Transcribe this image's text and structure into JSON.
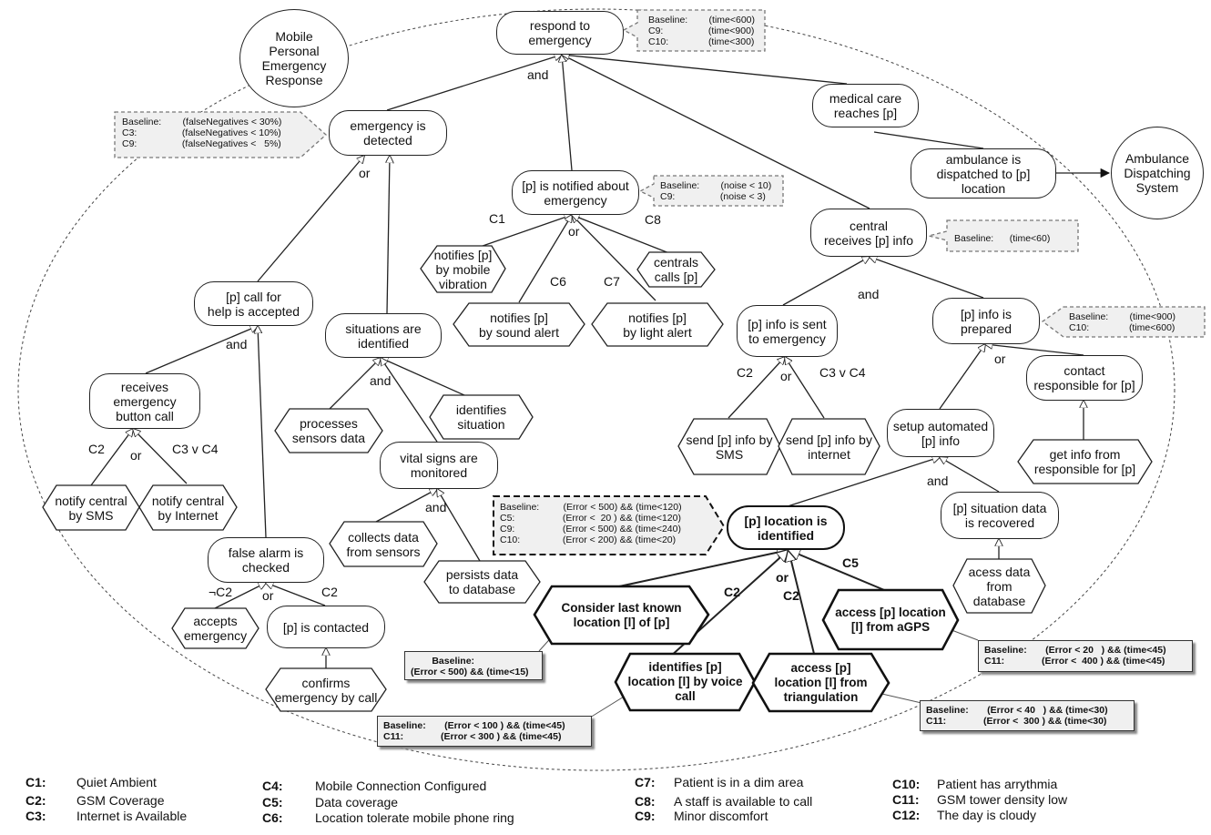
{
  "nodes": {
    "actor_mper": "Mobile\nPersonal\nEmergency\nResponse",
    "actor_ads": "Ambulance\nDispatching\nSystem",
    "respond": "respond to\nemergency",
    "medical": "medical care\nreaches [p]",
    "ambulance": "ambulance is\ndispatched to [p]\nlocation",
    "detected": "emergency is\ndetected",
    "notified": "[p] is notified about\nemergency",
    "central": "central\nreceives [p] info",
    "call_help": "[p] call for\nhelp is accepted",
    "situations": "situations are\nidentified",
    "info_sent": "[p] info is sent\nto emergency",
    "info_prepared": "[p] info is\nprepared",
    "receives_button": "receives\nemergency\nbutton call",
    "vital": "vital signs are\nmonitored",
    "setup_auto": "setup automated\n[p] info",
    "contact_resp": "contact\nresponsible for [p]",
    "false_alarm": "false alarm is\nchecked",
    "p_contacted": "[p] is contacted",
    "location": "[p] location is\nidentified",
    "situation_data": "[p] situation data\nis recovered",
    "t_vibration": "notifies [p]\nby mobile\nvibration",
    "t_centrals": "centrals\ncalls [p]",
    "t_sound": "notifies [p]\nby sound alert",
    "t_light": "notifies [p]\nby light alert",
    "t_processes": "processes\nsensors data",
    "t_identifies_sit": "identifies\nsituation",
    "t_send_sms": "send [p] info by\nSMS",
    "t_send_internet": "send [p] info by\ninternet",
    "t_get_info": "get info from\nresponsible for [p]",
    "t_notify_sms": "notify central\nby SMS",
    "t_notify_internet": "notify central\nby Internet",
    "t_collects": "collects data\nfrom sensors",
    "t_persists": "persists data\nto database",
    "t_accepts": "accepts\nemergency",
    "t_confirms": "confirms\nemergency by call",
    "t_access_db": "acess data\nfrom\ndatabase",
    "t_last_known": "Consider last known\nlocation [l] of [p]",
    "t_agps": "access [p] location\n[l] from aGPS",
    "t_voice": "identifies [p]\nlocation [l] by voice\ncall",
    "t_triang": "access [p]\nlocation [l] from\ntriangulation"
  },
  "annotations": {
    "respond": "Baseline:        (time<600)\nC9:                 (time<900)\nC10:               (time<300)",
    "detected": "Baseline:        (falseNegatives < 30%)\nC3:                 (falseNegatives < 10%)\nC9:                 (falseNegatives <   5%)",
    "notified": "Baseline:        (noise < 10)\nC9:                 (noise < 3)",
    "central": "Baseline:      (time<60)",
    "prepared": "Baseline:        (time<900)\nC10:               (time<600)",
    "location": "Baseline:         (Error < 500) && (time<120)\nC5:                  (Error <  20 ) && (time<120)\nC9:                  (Error < 500) && (time<240)\nC10:                (Error < 200) && (time<20)",
    "last_known": "        Baseline:\n(Error < 500) && (time<15)",
    "agps": "Baseline:       (Error < 20   ) && (time<45)\nC11:              (Error <  400 ) && (time<45)",
    "voice": "Baseline:       (Error < 100 ) && (time<45)\nC11:              (Error < 300 ) && (time<45)",
    "triang": "Baseline:       (Error < 40   ) && (time<30)\nC11:              (Error <  300 ) && (time<30)"
  },
  "labels": {
    "and_respond": "and",
    "or_detected": "or",
    "c1": "C1",
    "c8": "C8",
    "or_notified": "or",
    "c6": "C6",
    "c7": "C7",
    "and_central": "and",
    "and_call": "and",
    "and_situations": "and",
    "c2_sent": "C2",
    "or_sent": "or",
    "c3c4_sent": "C3 v C4",
    "or_prepared": "or",
    "c2_button": "C2",
    "or_button": "or",
    "c3c4_button": "C3 v C4",
    "and_vital": "and",
    "and_setup": "and",
    "notc2": "¬C2",
    "or_false": "or",
    "c2_false": "C2",
    "c5_loc": "C5",
    "c2_loc_a": "C2",
    "or_loc": "or",
    "c2_loc_b": "C2"
  },
  "legend": [
    {
      "key": "C1:",
      "text": "Quiet Ambient"
    },
    {
      "key": "C2:",
      "text": "GSM Coverage"
    },
    {
      "key": "C3:",
      "text": "Internet is Available"
    },
    {
      "key": "C4:",
      "text": "Mobile Connection Configured"
    },
    {
      "key": "C5:",
      "text": "Data coverage"
    },
    {
      "key": "C6:",
      "text": "Location tolerate mobile phone ring"
    },
    {
      "key": "C7:",
      "text": "Patient is in a dim area"
    },
    {
      "key": "C8:",
      "text": "A staff is available to call"
    },
    {
      "key": "C9:",
      "text": "Minor discomfort"
    },
    {
      "key": "C10:",
      "text": "Patient has arrythmia"
    },
    {
      "key": "C11:",
      "text": "GSM tower density low"
    },
    {
      "key": "C12:",
      "text": "The day is cloudy"
    }
  ]
}
